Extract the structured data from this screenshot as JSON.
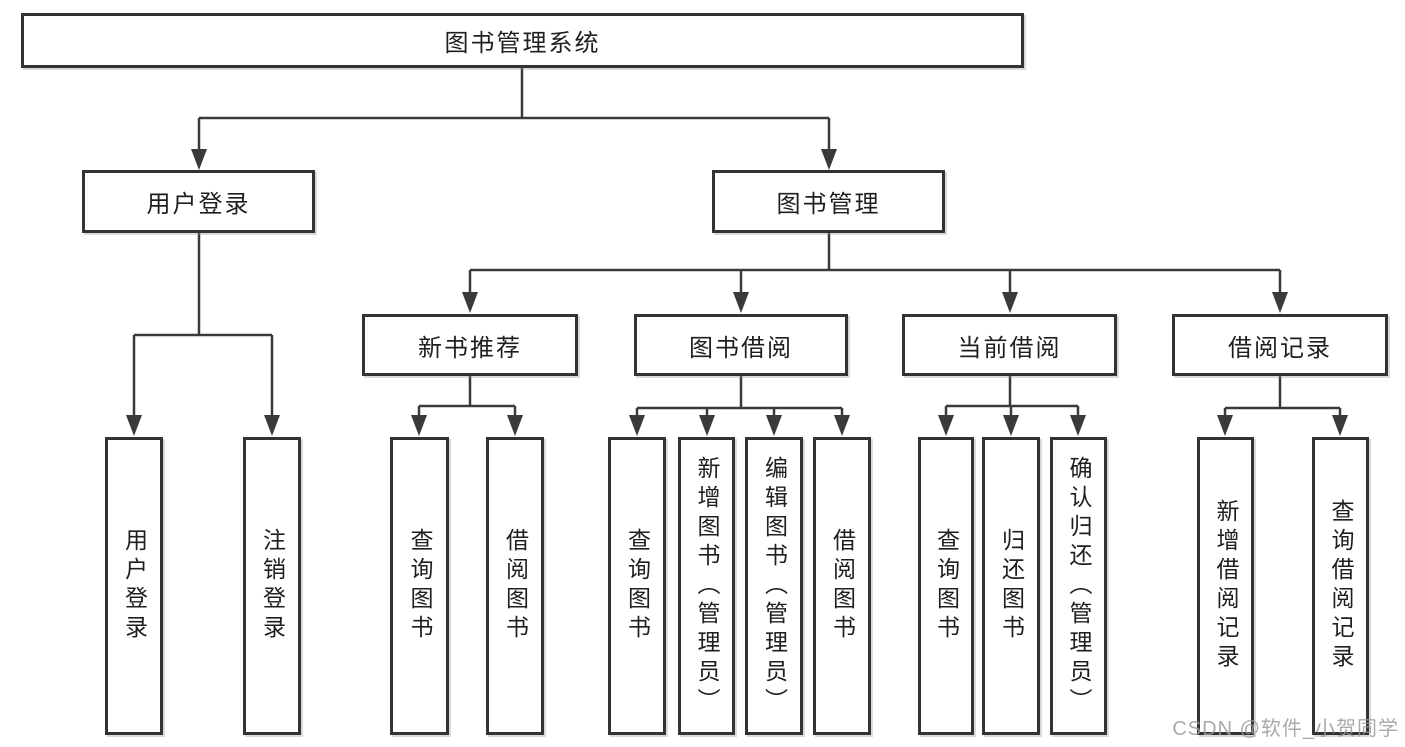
{
  "diagram": {
    "root": {
      "label": "图书管理系统"
    },
    "user_login_branch": {
      "label": "用户登录",
      "children": [
        {
          "label": "用户登录"
        },
        {
          "label": "注销登录"
        }
      ]
    },
    "book_mgmt_branch": {
      "label": "图书管理",
      "sections": [
        {
          "label": "新书推荐",
          "children": [
            {
              "label": "查询图书"
            },
            {
              "label": "借阅图书"
            }
          ]
        },
        {
          "label": "图书借阅",
          "children": [
            {
              "label": "查询图书"
            },
            {
              "label": "新增图书（管理员）"
            },
            {
              "label": "编辑图书（管理员）"
            },
            {
              "label": "借阅图书"
            }
          ]
        },
        {
          "label": "当前借阅",
          "children": [
            {
              "label": "查询图书"
            },
            {
              "label": "归还图书"
            },
            {
              "label": "确认归还（管理员）"
            }
          ]
        },
        {
          "label": "借阅记录",
          "children": [
            {
              "label": "新增借阅记录"
            },
            {
              "label": "查询借阅记录"
            }
          ]
        }
      ]
    }
  },
  "watermark": {
    "text": "CSDN @软件_小贺同学"
  },
  "colors": {
    "line": "#3a3a3a",
    "box_border": "#333333",
    "text": "#1f1f1f",
    "watermark": "#9b9b9b",
    "background": "#ffffff"
  }
}
